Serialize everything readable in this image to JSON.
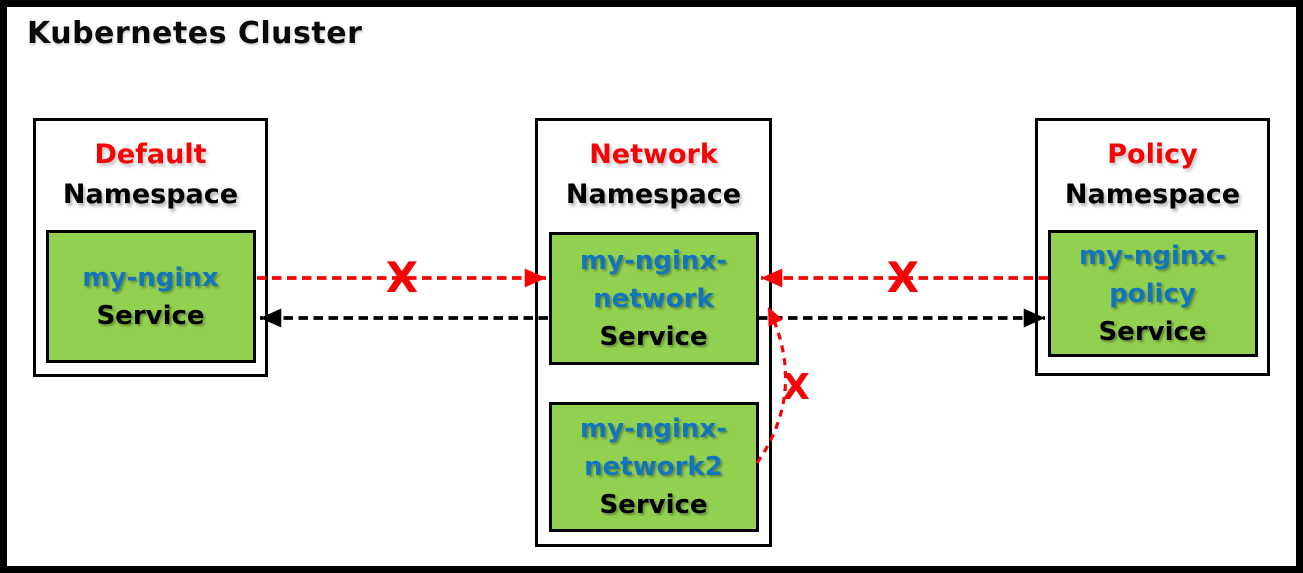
{
  "title": "Kubernetes Cluster",
  "marks": {
    "blocked": "X"
  },
  "colors": {
    "red": "#f40404",
    "green": "#92d050",
    "blue": "#1274bc",
    "line-black": "#000000"
  },
  "namespaces": [
    {
      "id": "default",
      "label": "Default",
      "sublabel": "Namespace",
      "services": [
        {
          "name": "my-nginx",
          "type": "Service"
        }
      ]
    },
    {
      "id": "network",
      "label": "Network",
      "sublabel": "Namespace",
      "services": [
        {
          "name": "my-nginx-network",
          "type": "Service"
        },
        {
          "name": "my-nginx-network2",
          "type": "Service"
        }
      ]
    },
    {
      "id": "policy",
      "label": "Policy",
      "sublabel": "Namespace",
      "services": [
        {
          "name": "my-nginx-policy",
          "type": "Service"
        }
      ]
    }
  ],
  "connections": [
    {
      "from": "my-nginx",
      "to": "my-nginx-network",
      "style": "red-dashed",
      "status": "blocked"
    },
    {
      "from": "my-nginx-network",
      "to": "my-nginx",
      "style": "black-dashed",
      "status": "allowed"
    },
    {
      "from": "my-nginx-policy",
      "to": "my-nginx-network",
      "style": "red-dashed",
      "status": "blocked"
    },
    {
      "from": "my-nginx-network",
      "to": "my-nginx-policy",
      "style": "black-dashed",
      "status": "allowed"
    },
    {
      "from": "my-nginx-network2",
      "to": "my-nginx-network",
      "style": "red-dashed-curve",
      "status": "blocked"
    }
  ]
}
